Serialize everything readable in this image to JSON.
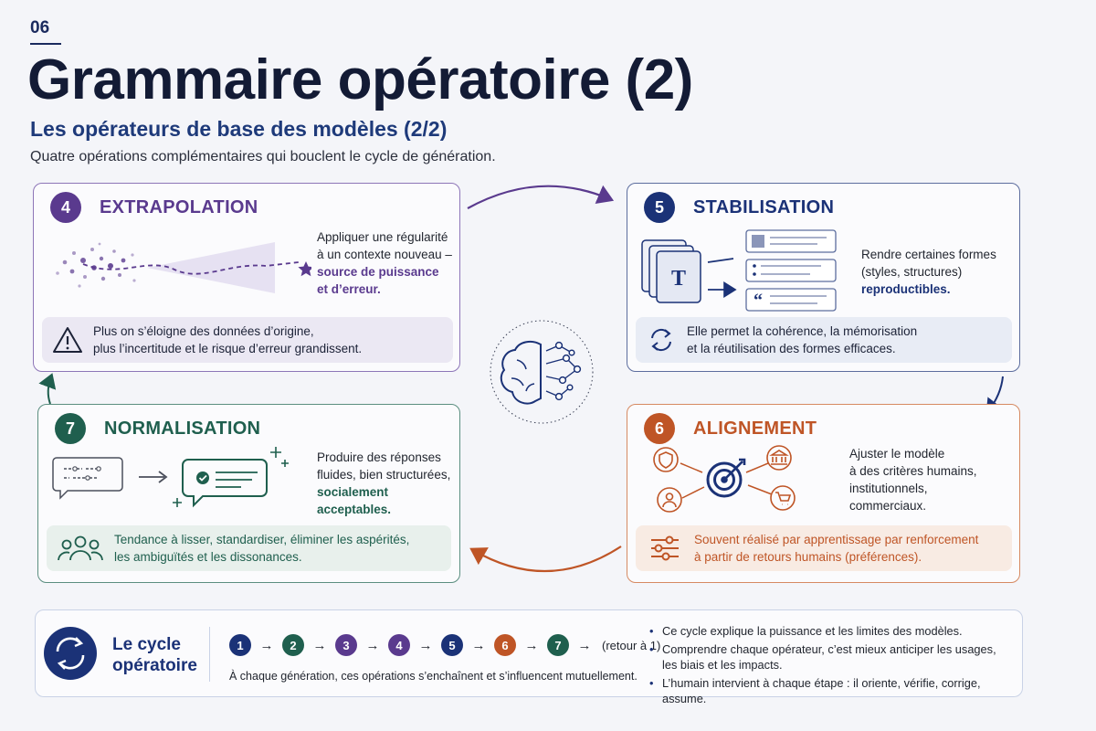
{
  "header": {
    "number": "06",
    "title": "Grammaire opératoire (2)",
    "subtitle": "Les opérateurs de base des modèles (2/2)",
    "description": "Quatre opérations complémentaires qui bouclent le cycle de génération."
  },
  "colors": {
    "purple": "#5a3a8e",
    "navy": "#1b3277",
    "green": "#1f5f4e",
    "orange": "#bf5526"
  },
  "cards": {
    "extrapolation": {
      "number": "4",
      "title": "EXTRAPOLATION",
      "text_lines": [
        "Appliquer une régularité",
        "à un contexte nouveau –"
      ],
      "emphasis_lines": [
        "source de puissance",
        "et d’erreur."
      ],
      "note_lines": [
        "Plus on s’éloigne des données d’origine,",
        "plus l’incertitude et le risque d’erreur grandissent."
      ],
      "note_icon": "warning-icon"
    },
    "stabilisation": {
      "number": "5",
      "title": "STABILISATION",
      "text_lines": [
        "Rendre certaines formes",
        "(styles, structures)"
      ],
      "emphasis_lines": [
        "reproductibles."
      ],
      "note_lines": [
        "Elle permet la cohérence, la mémorisation",
        "et la réutilisation des formes efficaces."
      ],
      "note_icon": "refresh-icon",
      "template_letter": "T"
    },
    "alignement": {
      "number": "6",
      "title": "ALIGNEMENT",
      "text_lines": [
        "Ajuster le modèle",
        "à des critères humains,",
        "institutionnels,",
        "commerciaux."
      ],
      "note_lines": [
        "Souvent réalisé par apprentissage par renforcement",
        "à partir de retours humains (préférences)."
      ],
      "note_icon": "sliders-icon"
    },
    "normalisation": {
      "number": "7",
      "title": "NORMALISATION",
      "text_lines": [
        "Produire des réponses",
        "fluides, bien structurées,"
      ],
      "emphasis_lines": [
        "socialement acceptables."
      ],
      "note_lines": [
        "Tendance à lisser, standardiser, éliminer les aspérités,",
        "les ambiguïtés et les dissonances."
      ],
      "note_icon": "people-icon"
    }
  },
  "cycle": {
    "title_lines": [
      "Le cycle",
      "opératoire"
    ],
    "steps": [
      {
        "n": "1",
        "color": "#1b3277"
      },
      {
        "n": "2",
        "color": "#1f5f4e"
      },
      {
        "n": "3",
        "color": "#5a3a8e"
      },
      {
        "n": "4",
        "color": "#5a3a8e"
      },
      {
        "n": "5",
        "color": "#1b3277"
      },
      {
        "n": "6",
        "color": "#bf5526"
      },
      {
        "n": "7",
        "color": "#1f5f4e"
      }
    ],
    "arrow": "→",
    "return_label": "(retour à 1)",
    "caption": "À chaque génération, ces opérations s’enchaînent et s’influencent mutuellement.",
    "bullets": [
      "Ce cycle explique la puissance et les limites des modèles.",
      "Comprendre chaque opérateur, c’est mieux anticiper les usages, les biais et les impacts.",
      "L’humain intervient à chaque étape : il oriente, vérifie, corrige, assume."
    ]
  }
}
